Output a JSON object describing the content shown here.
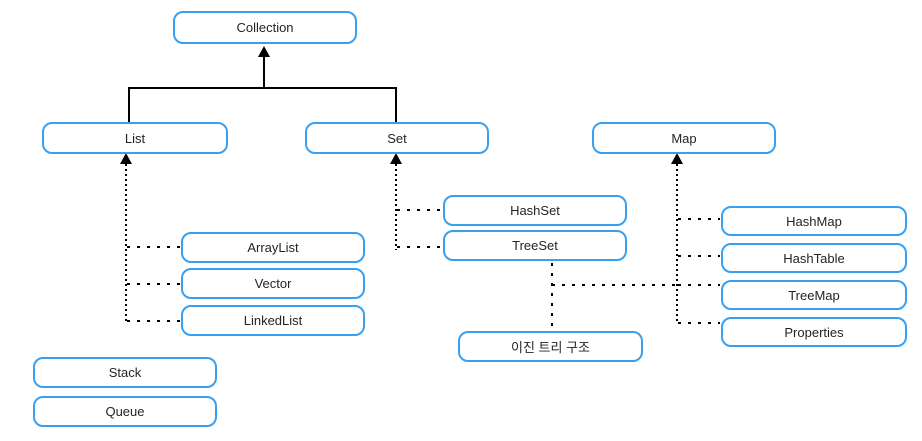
{
  "colors": {
    "canvas_bg": "#ffffff",
    "node_border": "#38a0f0",
    "node_fill": "#ffffff",
    "text": "#242424",
    "connector": "#000000"
  },
  "diagram": {
    "nodes": [
      {
        "id": "collection",
        "label": "Collection"
      },
      {
        "id": "list",
        "label": "List"
      },
      {
        "id": "set",
        "label": "Set"
      },
      {
        "id": "map",
        "label": "Map"
      },
      {
        "id": "hashset",
        "label": "HashSet"
      },
      {
        "id": "treeset",
        "label": "TreeSet"
      },
      {
        "id": "arraylist",
        "label": "ArrayList"
      },
      {
        "id": "vector",
        "label": "Vector"
      },
      {
        "id": "linkedlist",
        "label": "LinkedList"
      },
      {
        "id": "stack",
        "label": "Stack"
      },
      {
        "id": "queue",
        "label": "Queue"
      },
      {
        "id": "hashmap",
        "label": "HashMap"
      },
      {
        "id": "hashtable",
        "label": "HashTable"
      },
      {
        "id": "treemap",
        "label": "TreeMap"
      },
      {
        "id": "properties",
        "label": "Properties"
      },
      {
        "id": "binary-tree",
        "label": "이진 트리 구조"
      }
    ],
    "edges": [
      {
        "from": "List",
        "to": "Collection",
        "style": "solid",
        "arrowhead": "at Collection"
      },
      {
        "from": "Set",
        "to": "Collection",
        "style": "solid",
        "arrowhead": "at Collection"
      },
      {
        "from": "ArrayList",
        "to": "List",
        "style": "dotted",
        "arrowhead": "at List"
      },
      {
        "from": "Vector",
        "to": "List",
        "style": "dotted",
        "arrowhead": "at List"
      },
      {
        "from": "LinkedList",
        "to": "List",
        "style": "dotted",
        "arrowhead": "at List"
      },
      {
        "from": "HashSet",
        "to": "Set",
        "style": "dotted",
        "arrowhead": "at Set"
      },
      {
        "from": "TreeSet",
        "to": "Set",
        "style": "dotted",
        "arrowhead": "at Set"
      },
      {
        "from": "HashMap",
        "to": "Map",
        "style": "dotted",
        "arrowhead": "at Map"
      },
      {
        "from": "HashTable",
        "to": "Map",
        "style": "dotted",
        "arrowhead": "at Map"
      },
      {
        "from": "TreeMap",
        "to": "Map",
        "style": "dotted",
        "arrowhead": "at Map"
      },
      {
        "from": "Properties",
        "to": "Map",
        "style": "dotted",
        "arrowhead": "at Map"
      },
      {
        "from": "TreeSet",
        "to": "이진 트리 구조",
        "style": "dotted",
        "arrowhead": "none"
      },
      {
        "from": "이진 트리 구조",
        "to": "TreeMap",
        "style": "dotted",
        "arrowhead": "none"
      }
    ]
  }
}
